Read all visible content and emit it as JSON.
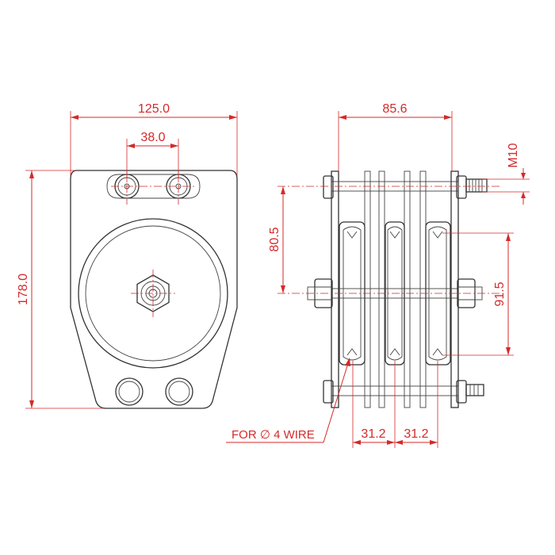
{
  "dimensions": {
    "overall_width": "125.0",
    "bolt_spacing": "38.0",
    "overall_height": "178.0",
    "side_depth": "85.6",
    "thread_size": "M10",
    "top_to_axle": "80.5",
    "groove_span": "91.5",
    "sheave_pitch_1": "31.2",
    "sheave_pitch_2": "31.2"
  },
  "notes": {
    "wire_note": "FOR ∅ 4 WIRE"
  },
  "colors": {
    "dimension": "#d42a2a",
    "outline": "#333333",
    "background": "#ffffff"
  }
}
